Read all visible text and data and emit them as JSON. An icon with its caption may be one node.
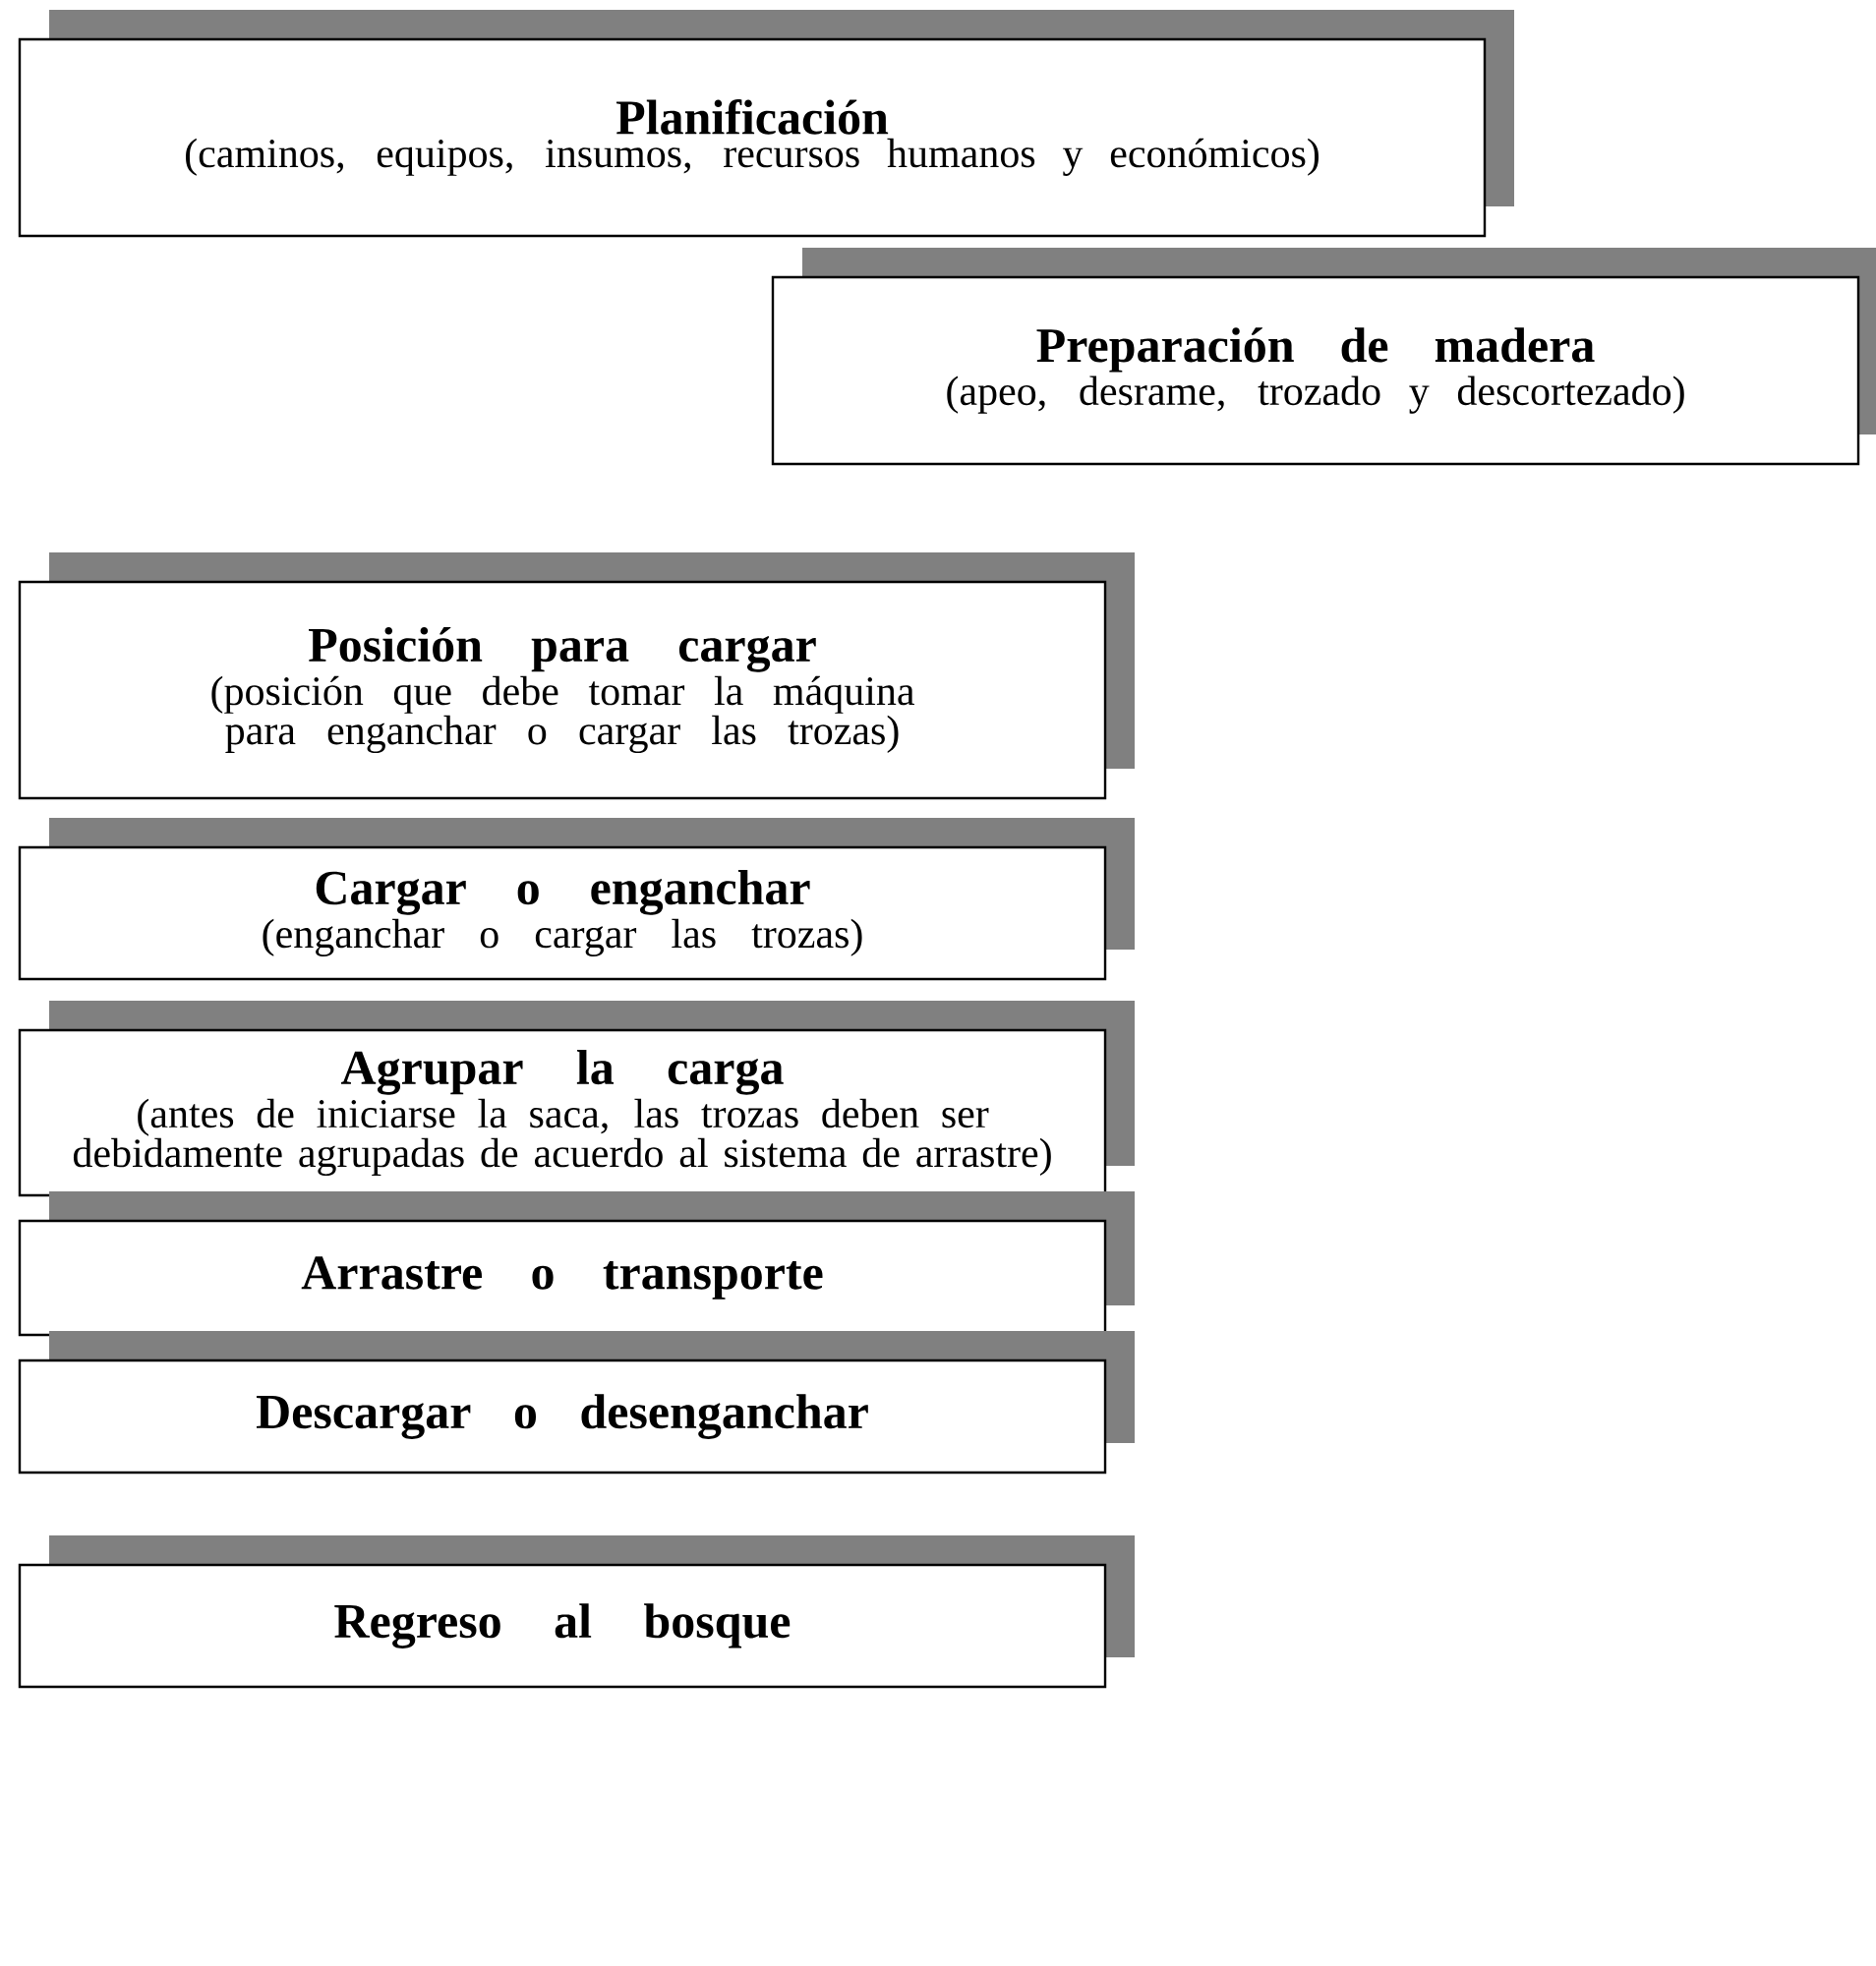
{
  "diagram": {
    "nodes": [
      {
        "text": [
          "Planificación",
          "(caminos, equipos, insumos, recursos humanos y económicos)"
        ]
      },
      {
        "text": [
          "Preparación de madera",
          "(apeo, desrame, trozado y descortezado)"
        ]
      },
      {
        "text": [
          "Posición para cargar",
          "(posición que debe tomar la máquina para enganchar o cargar las trozas)"
        ]
      },
      {
        "text": [
          "Cargar o enganchar",
          "(enganchar o cargar las trozas)"
        ]
      },
      {
        "text": [
          "Agrupar la carga",
          "(antes de iniciarse la saca, las trozas deben ser debidamente agrupadas de acuerdo al sistema de arrastre)"
        ]
      },
      {
        "text": [
          "Arrastre o transporte"
        ]
      },
      {
        "text": [
          "Descargar o desenganchar"
        ]
      },
      {
        "text": [
          "Regreso al bosque"
        ]
      }
    ]
  }
}
